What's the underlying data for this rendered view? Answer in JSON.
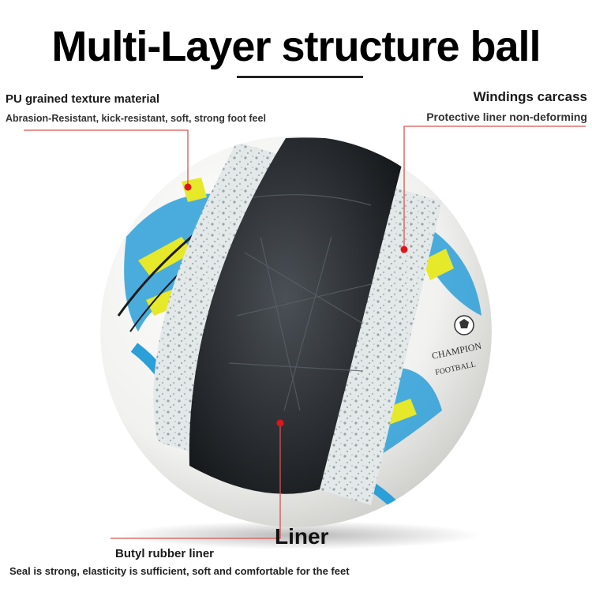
{
  "title": "Multi-Layer structure ball",
  "labels": {
    "pu_title": "PU grained texture material",
    "pu_desc": "Abrasion-Resistant, kick-resistant, soft, strong foot feel",
    "windings_title": "Windings carcass",
    "windings_desc": "Protective liner non-deforming",
    "liner": "Liner",
    "butyl_title": "Butyl rubber liner",
    "butyl_desc": "Seal is strong, elasticity is sufficient, soft and comfortable for the feet"
  },
  "ball_print": {
    "line1": "CHAMPION",
    "line2": "FOOTBALL"
  },
  "colors": {
    "leader_line": "#d9534f",
    "marker_dot": "#e0151b",
    "cover_white": "#f4f4f2",
    "cover_blue": "#2a9fd8",
    "cover_yellow": "#e6e82a",
    "winding_gray": "#dfe5e6",
    "bladder_black": "#2b2f33"
  }
}
